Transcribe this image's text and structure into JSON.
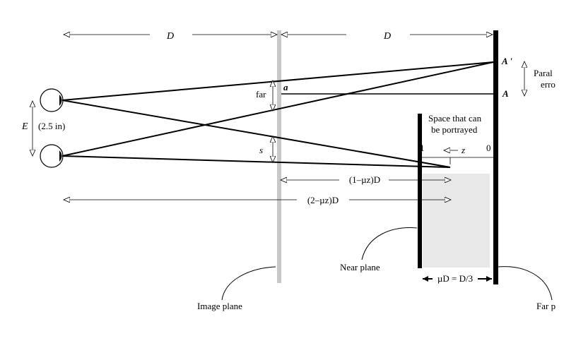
{
  "labels": {
    "d_left": "D",
    "d_right": "D",
    "a_prime": "A '",
    "a": "A",
    "a_small": "a",
    "far": "far",
    "s": "s",
    "e": "E",
    "e_value": "(2.5 in)",
    "parallax_line1": "Paral",
    "parallax_line2": "erro",
    "space_line1": "Space that can",
    "space_line2": "be portrayed",
    "one": "1",
    "zero": "0",
    "z": "z",
    "one_minus_muz_d": "(1–µz)D",
    "two_minus_muz_d": "(2–µz)D",
    "mud_eq": "µD = D/3",
    "near_plane": "Near plane",
    "image_plane": "Image plane",
    "far_plane": "Far p"
  },
  "colors": {
    "ink": "#000000",
    "image_plane": "#c8c8c8",
    "portrayable_space": "#e8e8e8"
  }
}
